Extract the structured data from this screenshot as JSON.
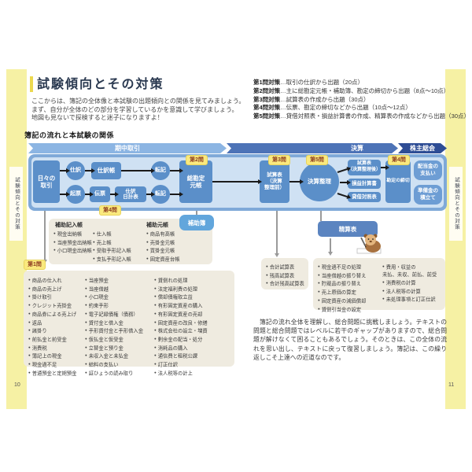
{
  "meta": {
    "left_page_number": "10",
    "right_page_number": "11",
    "side_tab_text": "試験傾向とその対策"
  },
  "header": {
    "title": "試験傾向とその対策",
    "intro_lines": [
      "ここからは、簿記の全体像と本試験の出題傾向との関係を見てみましょう。",
      "まず、自分が全体のどの部分を学習しているかを意識して学びましょう。",
      "地図も見ないで探検すると迷子になりますよ！"
    ],
    "section_heading": "簿記の流れと本試験の関係"
  },
  "strategies": [
    {
      "label": "第1問対策",
      "text": "…取引の仕訳から出題（20点）"
    },
    {
      "label": "第2問対策",
      "text": "…主に総勘定元帳・補助簿、勘定の締切から出題（8点〜10点）"
    },
    {
      "label": "第3問対策",
      "text": "…試算表の作成から出題（30点）"
    },
    {
      "label": "第4問対策",
      "text": "…伝票、勘定の締切などから出題（10点〜12点）"
    },
    {
      "label": "第5問対策",
      "text": "…貸借対照表・損益計算書の作成、精算表の作成などから出題（30点）"
    }
  ],
  "flow": {
    "bands": {
      "period": "期中取引",
      "settlement": "決算",
      "shareholders": "株主総会"
    },
    "badges": {
      "q1": "第1問",
      "q2": "第2問",
      "q3": "第3問",
      "q4": "第4問",
      "q5": "第5問"
    },
    "nodes": {
      "daily": "日々の\n取引",
      "journalize": "仕訳",
      "journal": "仕訳帳",
      "post_top": "転記",
      "ledger": "総勘定\n元帳",
      "slip_make": "起票",
      "slip": "伝票",
      "daily_summary": "仕訳\n日計表",
      "post_bottom": "転記",
      "trial_pre": "試算表\n（決算\n整理前）",
      "adjust": "決算整理",
      "trial_post": "試算表\n（決算整理後）",
      "pl": "損益計算書",
      "bs": "貸借対照表",
      "closing": "勘定の締切",
      "dividend": "配当金の\n支払い",
      "reserve": "準備金の\n積立て",
      "subsidiary": "補助簿",
      "worksheet": "精算表"
    }
  },
  "subsidiary_section": {
    "heading_entry_books": "補助記入帳",
    "heading_ledgers": "補助元帳",
    "entry_col1": [
      "現金出納帳",
      "当座預金出納帳",
      "小口現金出納帳"
    ],
    "entry_col2": [
      "仕入帳",
      "売上帳",
      "受取手形記入帳",
      "支払手形記入帳"
    ],
    "ledgers": [
      "商品有高帳",
      "売掛金元帳",
      "買掛金元帳",
      "固定資産台帳"
    ]
  },
  "q1_section": {
    "col1": [
      "商品の仕入れ",
      "商品の売上げ",
      "掛け取引",
      "クレジット売掛金",
      "商品券による売上げ",
      "返品",
      "諸掛り",
      "前払金と前受金",
      "消費税",
      "簿記上の現金",
      "現金過不足",
      "普通預金と定期預金"
    ],
    "col2": [
      "当座預金",
      "当座借越",
      "小口現金",
      "約束手形",
      "電子記録債権（債務）",
      "貸付金と借入金",
      "手形貸付金と手形借入金",
      "仮払金と仮受金",
      "立替金と預り金",
      "未収入金と未払金",
      "給料の支払い",
      "証ひょうの読み取り"
    ],
    "col3": [
      "貸倒れの処理",
      "法定福利費の処理",
      "償却債権取立益",
      "有形固定資産の購入",
      "有形固定資産の売却",
      "固定資産の改良・修繕",
      "株式会社の設立・増資",
      "剰余金の配当・処分",
      "消耗品の購入",
      "通信費と租税公課",
      "訂正仕訳",
      "法人税等の計上"
    ]
  },
  "trial_section": {
    "items": [
      "合計試算表",
      "残高試算表",
      "合計残高試算表"
    ]
  },
  "adjust_section": {
    "col1": [
      "現金過不足の処理",
      "当座借越の振り替え",
      "貯蔵品の振り替え",
      "売上原価の算定",
      "固定資産の減価償却",
      "貸倒引当金の設定"
    ],
    "col2": [
      "費用・収益の\n未払、未収、前払、前受",
      "消費税の計算",
      "法人税等の計算",
      "未処理事項と訂正仕訳"
    ]
  },
  "outro": "　簿記の流れ全体を理解し、総合問題に挑戦しましょう。テキストの問題と総合問題ではレベルに若干のギャップがありますので、総合問題が解けなくて困ることもあるでしょう。そのときは、この全体の流れを思い出し、テキストに戻って復習しましょう。簿記は、この繰り返しこそ上達への近道なのです。",
  "colors": {
    "node_blue": "#5b8fc9",
    "flow_outer": "#7fa9d8",
    "flow_inner": "#cfe1f3",
    "band_light": "#8cb5e3",
    "band_mid": "#4d73b7",
    "band_dark": "#2e4d95",
    "badge_yellow": "#fae97e",
    "badge_text": "#8c3b20",
    "card_gray": "#efebe0",
    "edge_yellow": "#f6f1a4",
    "subsidiary_blue": "#62a6dc",
    "worksheet_blue": "#5b84c0"
  }
}
